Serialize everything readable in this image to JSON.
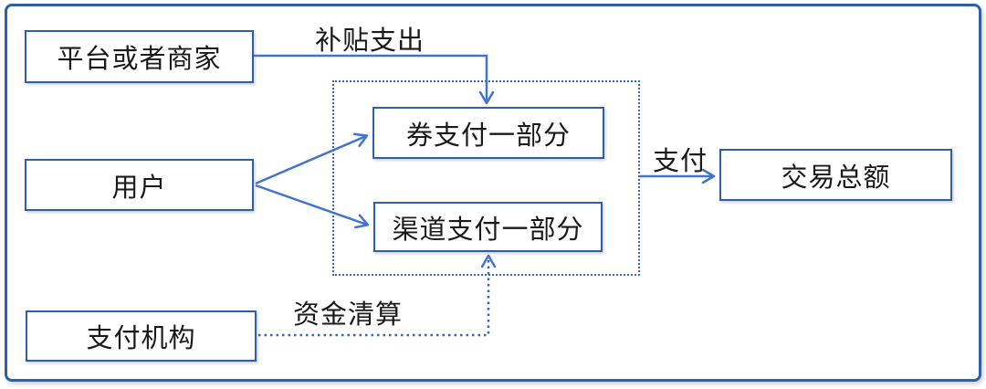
{
  "diagram": {
    "title": "",
    "nodes": {
      "platform": {
        "label": "平台或者商家"
      },
      "user": {
        "label": "用户"
      },
      "payment_org": {
        "label": "支付机构"
      },
      "coupon_part": {
        "label": "券支付一部分"
      },
      "channel_part": {
        "label": "渠道支付一部分"
      },
      "total": {
        "label": "交易总额"
      }
    },
    "groups": {
      "split_payment": {
        "style": "dotted-border",
        "contains": [
          "coupon_part",
          "channel_part"
        ]
      }
    },
    "edges": [
      {
        "id": "subsidy",
        "label": "补贴支出",
        "from": "platform",
        "to": "coupon_part",
        "style": "solid",
        "shape": "elbow"
      },
      {
        "id": "user_coupon",
        "label": "",
        "from": "user",
        "to": "coupon_part",
        "style": "solid",
        "shape": "straight"
      },
      {
        "id": "user_channel",
        "label": "",
        "from": "user",
        "to": "channel_part",
        "style": "solid",
        "shape": "straight"
      },
      {
        "id": "pay",
        "label": "支付",
        "from": "split_payment",
        "to": "total",
        "style": "solid",
        "shape": "straight"
      },
      {
        "id": "settlement",
        "label": "资金清算",
        "from": "payment_org",
        "to": "channel_part",
        "style": "dotted",
        "shape": "elbow"
      }
    ],
    "colors": {
      "box_border": "#2e5fad",
      "connector": "#4273cf",
      "dotted_border": "#3566bd",
      "outer_frame": "#2e5fad",
      "text": "#1a1a1a",
      "background": "#ffffff"
    }
  }
}
